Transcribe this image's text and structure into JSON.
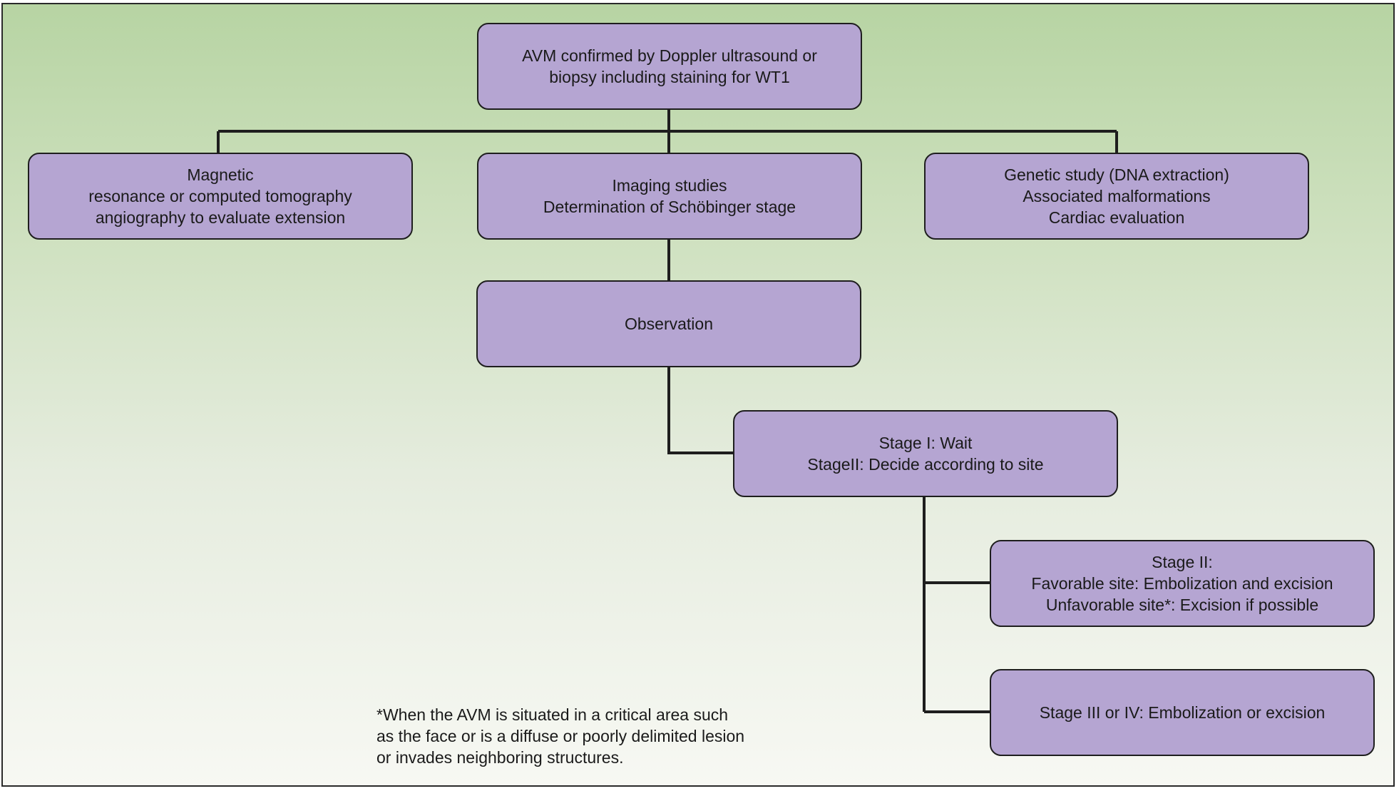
{
  "nodes": {
    "root": [
      "AVM confirmed by Doppler ultrasound or",
      "biopsy including staining for WT1"
    ],
    "mri": [
      "Magnetic",
      "resonance or computed tomography",
      "angiography to evaluate extension"
    ],
    "imaging": [
      "Imaging studies",
      "Determination of Schöbinger stage"
    ],
    "genetic": [
      "Genetic study (DNA extraction)",
      "Associated malformations",
      "Cardiac evaluation"
    ],
    "observation": [
      "Observation"
    ],
    "stage1": [
      "Stage I: Wait",
      "StageII: Decide according to site"
    ],
    "stage2": [
      "Stage II:",
      "Favorable site: Embolization and excision",
      "Unfavorable site*: Excision if possible"
    ],
    "stage3": [
      "Stage III or IV: Embolization or excision"
    ]
  },
  "footnote": [
    "*When the AVM is situated in a critical area such",
    "as the face or is a diffuse or poorly delimited lesion",
    "or invades neighboring structures."
  ],
  "colors": {
    "box_fill": "#b5a5d2",
    "box_border": "#1e1e1e",
    "background_top": "#b7d4a3",
    "background_bottom": "#f7f8f3",
    "connector": "#1e1e1e"
  }
}
